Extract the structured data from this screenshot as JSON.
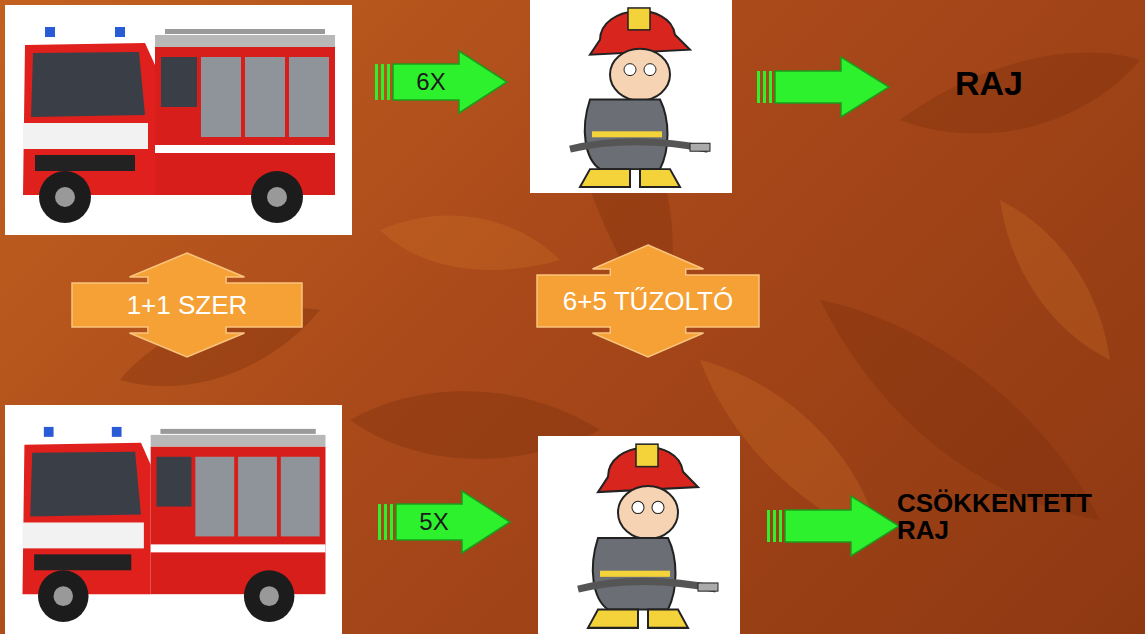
{
  "diagram": {
    "nodes": [
      {
        "text": [
          "6X"
        ]
      },
      {
        "text": [
          "1+1 SZER"
        ]
      },
      {
        "text": [
          "6+5 TŰZOLTÓ"
        ]
      },
      {
        "text": [
          "5X"
        ]
      }
    ],
    "labels": [
      "RAJ",
      "CSÖKKENTETT RAJ"
    ]
  }
}
